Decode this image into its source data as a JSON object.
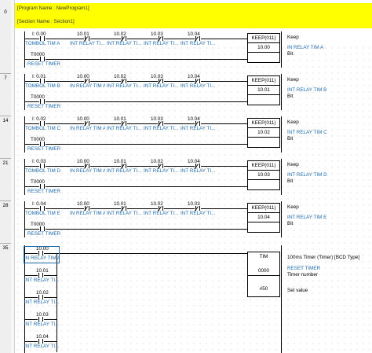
{
  "header": {
    "program": "[Program Name : NewProgram1]",
    "section": "[Section Name : Section1]"
  },
  "rungs": [
    {
      "row_number": "0",
      "step": "",
      "contacts": [
        {
          "addr": "I: 0.00",
          "comment": "TOMBOL TIM A",
          "type": "no"
        },
        {
          "addr": "10.01",
          "comment": "INT RELAY TI...",
          "type": "nc"
        },
        {
          "addr": "10.02",
          "comment": "INT RELAY TI...",
          "type": "nc"
        },
        {
          "addr": "10.03",
          "comment": "INT RELAY TI...",
          "type": "nc"
        },
        {
          "addr": "10.04",
          "comment": "INT RELAY TI...",
          "type": "nc"
        }
      ],
      "reset": {
        "addr": "T0000",
        "comment": "RESET TIMER"
      },
      "box": {
        "name": "KEEP(011)",
        "operand": "10.00"
      },
      "right": {
        "title": "Keep",
        "operand_comment": "IN RELAY TIM A",
        "kind": "Bit"
      }
    },
    {
      "row_number": "7",
      "step": "",
      "contacts": [
        {
          "addr": "I: 0.01",
          "comment": "TOMBOL TIM B",
          "type": "no"
        },
        {
          "addr": "10.00",
          "comment": "IN RELAY TIM A",
          "type": "nc"
        },
        {
          "addr": "10.02",
          "comment": "INT RELAY TI...",
          "type": "nc"
        },
        {
          "addr": "10.03",
          "comment": "INT RELAY TI...",
          "type": "nc"
        },
        {
          "addr": "10.04",
          "comment": "INT RELAY TI...",
          "type": "nc"
        }
      ],
      "reset": {
        "addr": "T0000",
        "comment": "RESET TIMER"
      },
      "box": {
        "name": "KEEP(011)",
        "operand": "10.01"
      },
      "right": {
        "title": "Keep",
        "operand_comment": "INT RELAY TIM B",
        "kind": "Bit"
      }
    },
    {
      "row_number": "14",
      "step": "",
      "contacts": [
        {
          "addr": "I: 0.02",
          "comment": "TOMBOL TIM C",
          "type": "no"
        },
        {
          "addr": "10.00",
          "comment": "IN RELAY TIM A",
          "type": "nc"
        },
        {
          "addr": "10.01",
          "comment": "INT RELAY TI...",
          "type": "nc"
        },
        {
          "addr": "10.03",
          "comment": "INT RELAY TI...",
          "type": "nc"
        },
        {
          "addr": "10.04",
          "comment": "INT RELAY TI...",
          "type": "nc"
        }
      ],
      "reset": {
        "addr": "T0000",
        "comment": "RESET TIMER"
      },
      "box": {
        "name": "KEEP(011)",
        "operand": "10.02"
      },
      "right": {
        "title": "Keep",
        "operand_comment": "INT RELAY TIM C",
        "kind": "Bit"
      }
    },
    {
      "row_number": "21",
      "step": "",
      "contacts": [
        {
          "addr": "I: 0.03",
          "comment": "TOMBOL TIM D",
          "type": "no"
        },
        {
          "addr": "10.00",
          "comment": "IN RELAY TIM A",
          "type": "nc"
        },
        {
          "addr": "10.01",
          "comment": "INT RELAY TI...",
          "type": "nc"
        },
        {
          "addr": "10.02",
          "comment": "INT RELAY TI...",
          "type": "nc"
        },
        {
          "addr": "10.04",
          "comment": "INT RELAY TI...",
          "type": "nc"
        }
      ],
      "reset": {
        "addr": "T0000",
        "comment": "RESET TIMER"
      },
      "box": {
        "name": "KEEP(011)",
        "operand": "10.03"
      },
      "right": {
        "title": "Keep",
        "operand_comment": "INT RELAY TIM D",
        "kind": "Bit"
      }
    },
    {
      "row_number": "28",
      "step": "",
      "contacts": [
        {
          "addr": "I: 0.04",
          "comment": "TOMBOL TIM E",
          "type": "no"
        },
        {
          "addr": "10.00",
          "comment": "IN RELAY TIM A",
          "type": "nc"
        },
        {
          "addr": "10.01",
          "comment": "INT RELAY TI...",
          "type": "nc"
        },
        {
          "addr": "10.02",
          "comment": "INT RELAY TI...",
          "type": "nc"
        },
        {
          "addr": "10.03",
          "comment": "INT RELAY TI...",
          "type": "nc"
        }
      ],
      "reset": {
        "addr": "T0000",
        "comment": "RESET TIMER"
      },
      "box": {
        "name": "KEEP(011)",
        "operand": "10.04"
      },
      "right": {
        "title": "Keep",
        "operand_comment": "INT RELAY TIM E",
        "kind": "Bit"
      }
    }
  ],
  "timer_rung": {
    "row_number": "35",
    "contacts": [
      {
        "addr": "10.00",
        "comment": "IN RELAY TIM A"
      },
      {
        "addr": "10.01",
        "comment": "INT RELAY TI..."
      },
      {
        "addr": "10.02",
        "comment": "INT RELAY TI..."
      },
      {
        "addr": "10.03",
        "comment": "INT RELAY TI..."
      },
      {
        "addr": "10.04",
        "comment": "INT RELAY TI..."
      }
    ],
    "box": {
      "name": "TIM",
      "timer_no": "0000",
      "set_value": "#50"
    },
    "right": {
      "title": "100ms Timer (Timer) [BCD Type]",
      "operand_comment": "RESET TIMER",
      "timer_label": "Timer number",
      "set_label": "Set value"
    }
  }
}
